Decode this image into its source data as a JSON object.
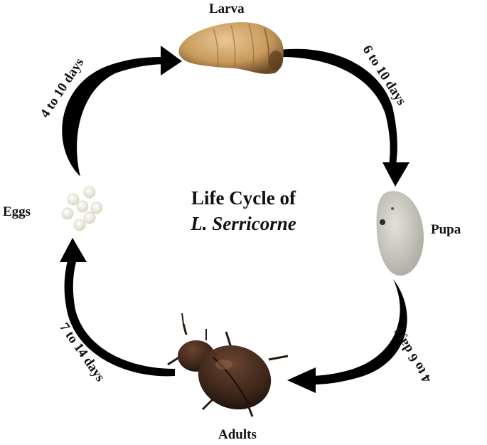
{
  "title": {
    "line1": "Life Cycle of",
    "line2": "L. Serricorne"
  },
  "stages": {
    "larva": "Larva",
    "pupa": "Pupa",
    "adults": "Adults",
    "eggs": "Eggs"
  },
  "durations": {
    "eggs_to_larva": "4 to 10 days",
    "larva_to_pupa": "6 to 10 days",
    "pupa_to_adults": "4 to 6 days",
    "adults_to_eggs": "7 to 14 days"
  },
  "colors": {
    "arrow": "#000000",
    "larva": "#c99a5c",
    "pupa": "#c9c9bd",
    "beetle": "#3a2418",
    "egg": "#ecebd9"
  }
}
